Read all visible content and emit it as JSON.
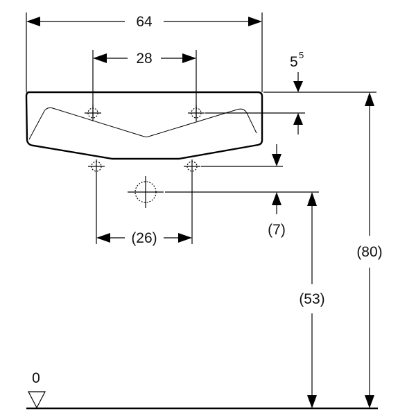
{
  "diagram": {
    "title": "Washbasin technical drawing",
    "units": "cm",
    "labels": {
      "overall_width": "64",
      "tap_hole_spacing": "28",
      "drain_spacing": "(26)",
      "overflow_gap_base": "5",
      "overflow_gap_exp": "5",
      "outlet_offset": "(7)",
      "outlet_height": "(53)",
      "overall_height": "(80)",
      "floor_level": "0"
    }
  }
}
